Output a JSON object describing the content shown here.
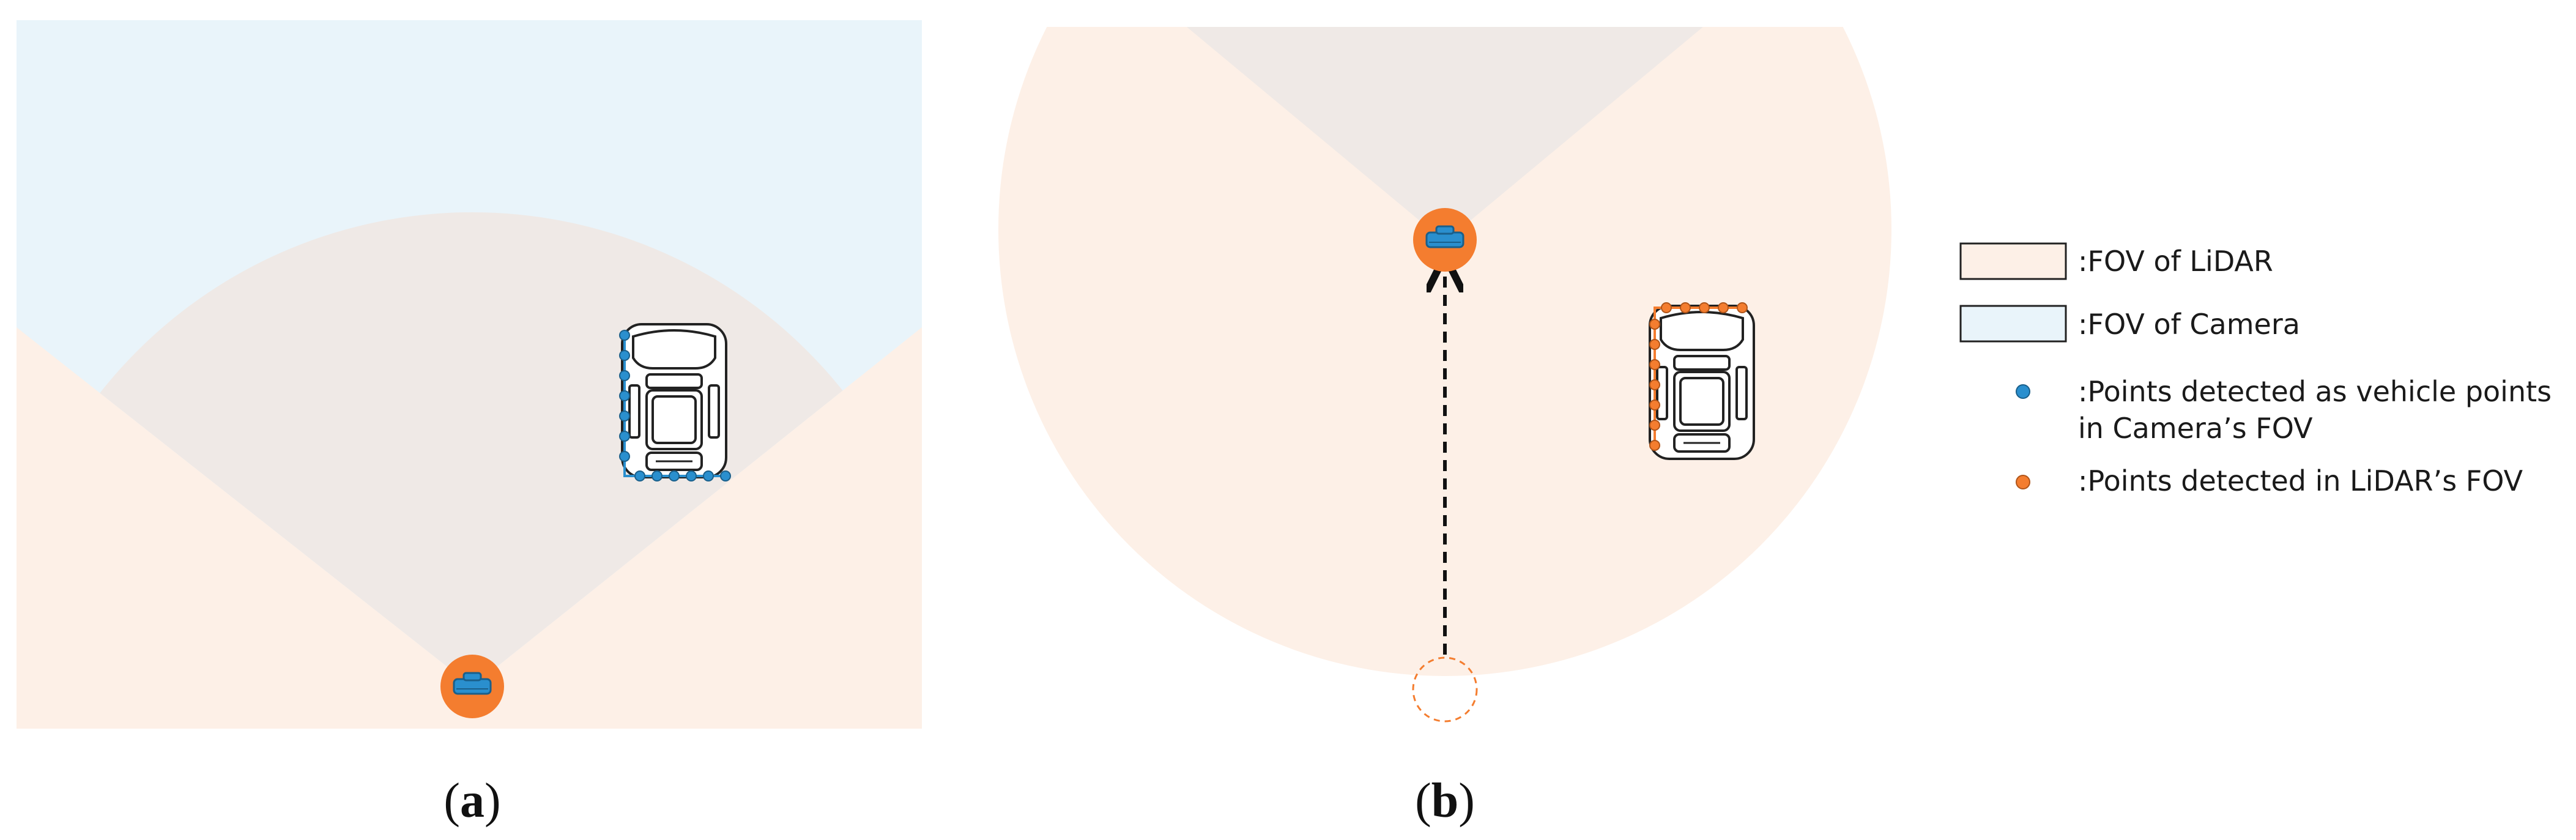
{
  "colors": {
    "lidar_fov": "#fdf0e7",
    "camera_fov": "#e9f4fa",
    "overlap": "#efe9e6",
    "sensor_orange": "#f47d2f",
    "sensor_blue": "#2a8fce",
    "point_blue": "#2a8fce",
    "point_orange": "#f47d2f",
    "vehicle_stroke": "#222222"
  },
  "captions": {
    "a": {
      "open": "(",
      "letter": "a",
      "close": ")"
    },
    "b": {
      "open": "(",
      "letter": "b",
      "close": ")"
    }
  },
  "legend": {
    "lidar": ":FOV of LiDAR",
    "camera": ":FOV of Camera",
    "blue_points_line1": ":Points detected as vehicle points",
    "blue_points_line2": "in Camera’s FOV",
    "orange_points": ":Points detected in LiDAR’s FOV"
  },
  "icons": {
    "sensor": "lidar-camera-sensor-icon",
    "vehicle": "car-top-view-icon",
    "moved_from": "previous-position-dashed-circle-icon",
    "motion": "motion-arrow-icon"
  }
}
